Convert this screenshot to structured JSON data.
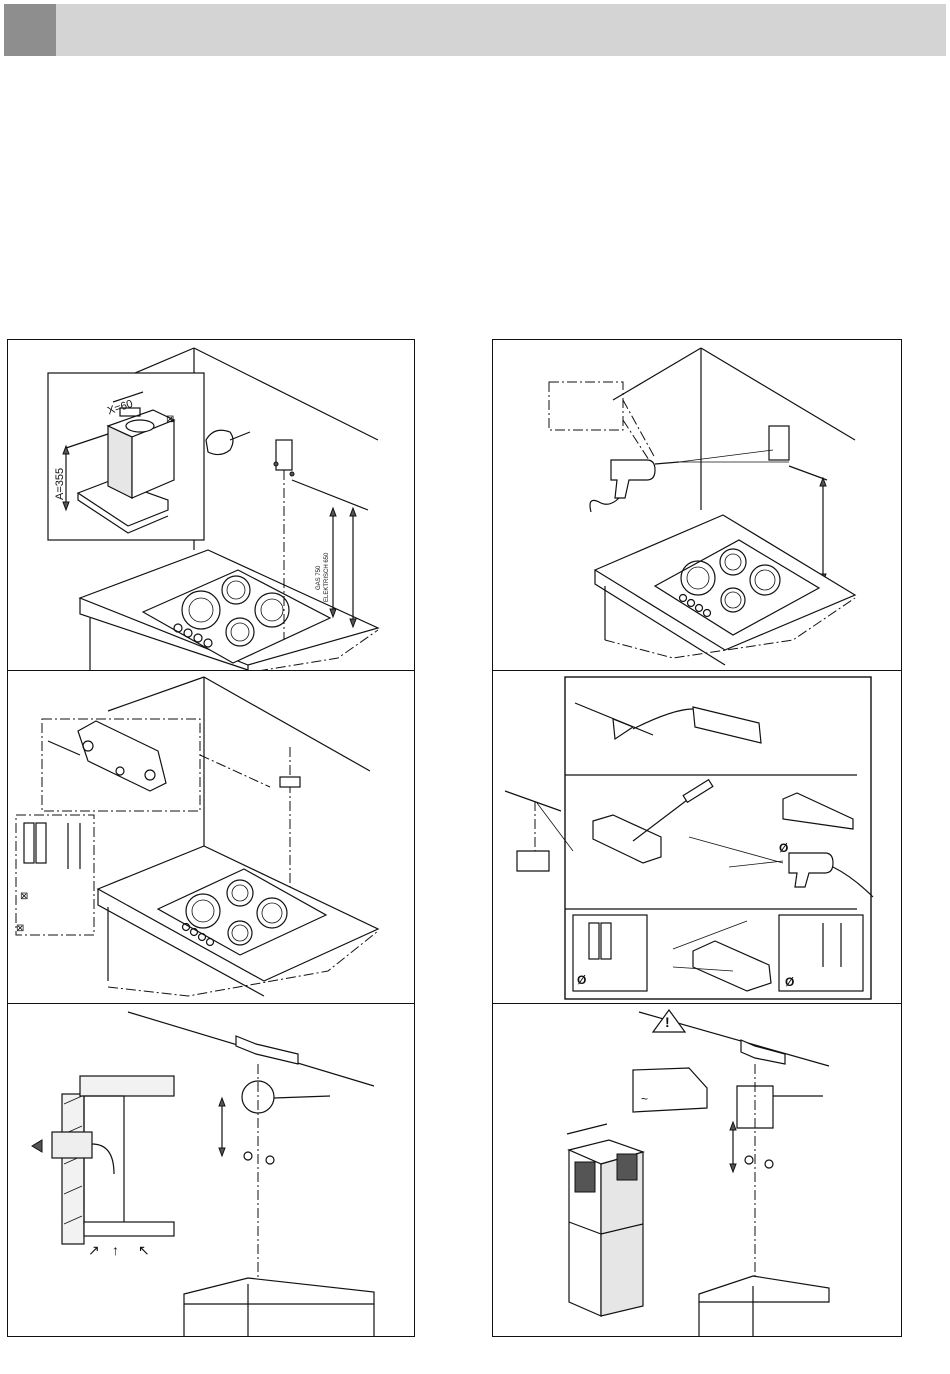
{
  "panel1": {
    "dim_x": "X=60",
    "dim_a": "A=355",
    "gas_label": "GAS 750",
    "electric_label": "ELEKTRISCH 650",
    "mark_1": "⊠"
  },
  "panel3": {
    "mark_1": "⊠",
    "mark_2": "⊠"
  },
  "panel4": {
    "diameter_1": "Ø",
    "diameter_2": "Ø",
    "diameter_3": "Ø"
  },
  "panel6": {
    "warning_symbol": "!",
    "note_symbol": "~"
  },
  "icons": {
    "warning": "warning-triangle-icon",
    "exhaust_arrow": "arrow-left-icon",
    "intake_arrow": "arrow-up-icon"
  }
}
